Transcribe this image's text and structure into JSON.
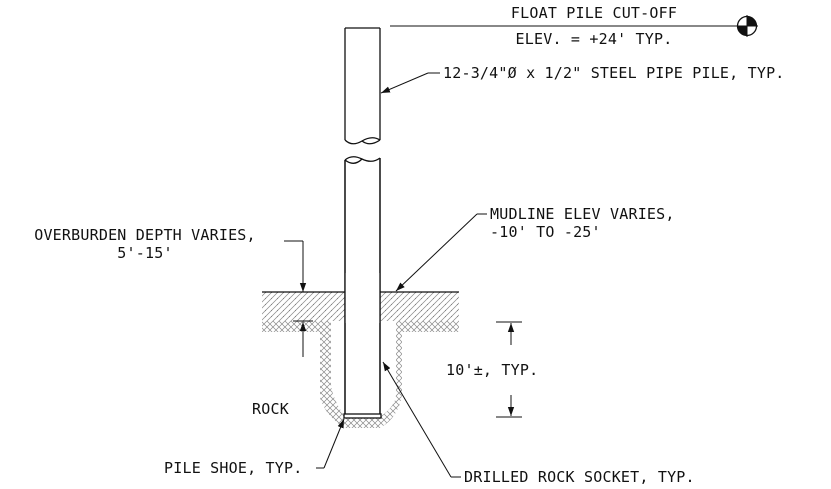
{
  "labels": {
    "cutoff_line1": "FLOAT PILE CUT-OFF",
    "cutoff_line2": "ELEV. = +24' TYP.",
    "pipe_pile": "12-3/4\"Ø x 1/2\" STEEL PIPE PILE, TYP.",
    "overburden_line1": "OVERBURDEN DEPTH VARIES,",
    "overburden_line2": "5'-15'",
    "mudline_line1": "MUDLINE ELEV VARIES,",
    "mudline_line2": "-10' TO -25'",
    "socket_depth": "10'±, TYP.",
    "rock": "ROCK",
    "pile_shoe": "PILE SHOE, TYP.",
    "rock_socket": "DRILLED ROCK SOCKET, TYP."
  },
  "symbols": {
    "elevation_marker": "elevation-target-icon"
  },
  "colors": {
    "line": "#111111",
    "hatch": "#888888",
    "background": "#ffffff"
  }
}
